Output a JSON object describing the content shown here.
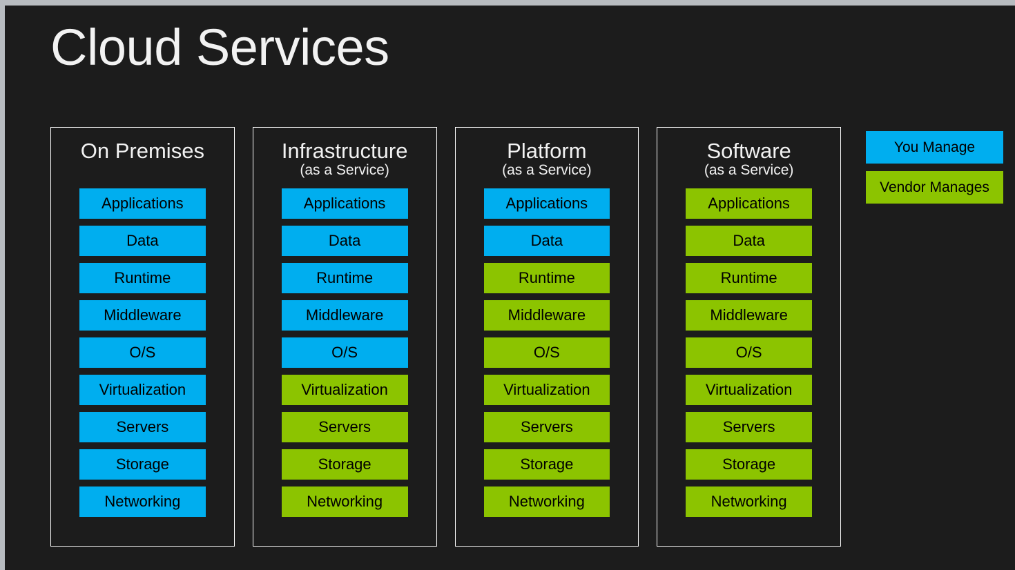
{
  "slide": {
    "title": "Cloud Services",
    "background_color": "#1c1c1c",
    "frame_color": "#b8bcc0"
  },
  "colors": {
    "you_manage": "#00aeef",
    "vendor_manages": "#8cc400",
    "tile_text": "#000000",
    "heading_text": "#f2f2f2",
    "panel_border": "#ffffff"
  },
  "legend": {
    "items": [
      {
        "label": "You Manage",
        "color": "#00aeef",
        "owner": "you"
      },
      {
        "label": "Vendor Manages",
        "color": "#8cc400",
        "owner": "vendor"
      }
    ]
  },
  "layer_names": [
    "Applications",
    "Data",
    "Runtime",
    "Middleware",
    "O/S",
    "Virtualization",
    "Servers",
    "Storage",
    "Networking"
  ],
  "columns": [
    {
      "title": "On Premises",
      "subtitle": "",
      "layers": [
        {
          "label": "Applications",
          "owner": "you"
        },
        {
          "label": "Data",
          "owner": "you"
        },
        {
          "label": "Runtime",
          "owner": "you"
        },
        {
          "label": "Middleware",
          "owner": "you"
        },
        {
          "label": "O/S",
          "owner": "you"
        },
        {
          "label": "Virtualization",
          "owner": "you"
        },
        {
          "label": "Servers",
          "owner": "you"
        },
        {
          "label": "Storage",
          "owner": "you"
        },
        {
          "label": "Networking",
          "owner": "you"
        }
      ]
    },
    {
      "title": "Infrastructure",
      "subtitle": "(as a Service)",
      "layers": [
        {
          "label": "Applications",
          "owner": "you"
        },
        {
          "label": "Data",
          "owner": "you"
        },
        {
          "label": "Runtime",
          "owner": "you"
        },
        {
          "label": "Middleware",
          "owner": "you"
        },
        {
          "label": "O/S",
          "owner": "you"
        },
        {
          "label": "Virtualization",
          "owner": "vendor"
        },
        {
          "label": "Servers",
          "owner": "vendor"
        },
        {
          "label": "Storage",
          "owner": "vendor"
        },
        {
          "label": "Networking",
          "owner": "vendor"
        }
      ]
    },
    {
      "title": "Platform",
      "subtitle": "(as a Service)",
      "layers": [
        {
          "label": "Applications",
          "owner": "you"
        },
        {
          "label": "Data",
          "owner": "you"
        },
        {
          "label": "Runtime",
          "owner": "vendor"
        },
        {
          "label": "Middleware",
          "owner": "vendor"
        },
        {
          "label": "O/S",
          "owner": "vendor"
        },
        {
          "label": "Virtualization",
          "owner": "vendor"
        },
        {
          "label": "Servers",
          "owner": "vendor"
        },
        {
          "label": "Storage",
          "owner": "vendor"
        },
        {
          "label": "Networking",
          "owner": "vendor"
        }
      ]
    },
    {
      "title": "Software",
      "subtitle": "(as a Service)",
      "layers": [
        {
          "label": "Applications",
          "owner": "vendor"
        },
        {
          "label": "Data",
          "owner": "vendor"
        },
        {
          "label": "Runtime",
          "owner": "vendor"
        },
        {
          "label": "Middleware",
          "owner": "vendor"
        },
        {
          "label": "O/S",
          "owner": "vendor"
        },
        {
          "label": "Virtualization",
          "owner": "vendor"
        },
        {
          "label": "Servers",
          "owner": "vendor"
        },
        {
          "label": "Storage",
          "owner": "vendor"
        },
        {
          "label": "Networking",
          "owner": "vendor"
        }
      ]
    }
  ]
}
